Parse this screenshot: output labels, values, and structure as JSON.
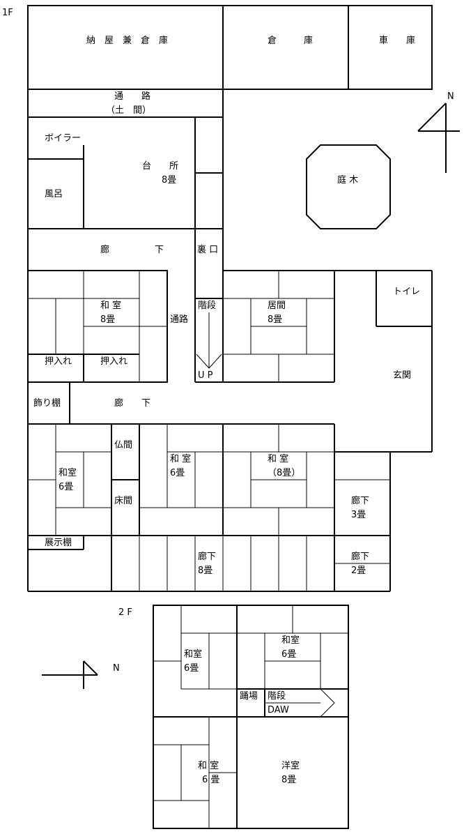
{
  "floors": {
    "f1": "1F",
    "f2": "2 F"
  },
  "compass": {
    "north": "N"
  },
  "rooms_1f": {
    "storehouse_barn": "納　屋　兼　倉　庫",
    "storehouse": "倉　　　庫",
    "garage": "車　　庫",
    "passage_top": "通　　路",
    "passage_top_sub": "（土　間）",
    "boiler": "ボイラー",
    "kitchen": "台　　所",
    "kitchen_size": "8畳",
    "bath": "風呂",
    "garden_tree": "庭 木",
    "corridor_a": "廊　　　　　下",
    "back_door": "裏 口",
    "washitsu_a": "和 室",
    "washitsu_a_size": "8畳",
    "passage_mid": "通路",
    "stairs": "階段",
    "living": "居間",
    "living_size": "8畳",
    "toilet": "トイレ",
    "closet_a": "押入れ",
    "closet_b": "押入れ",
    "up": "U P",
    "entrance": "玄関",
    "decor_shelf": "飾り棚",
    "corridor_b": "廊　　下",
    "altar": "仏間",
    "tokonoma": "床間",
    "washitsu_b": "和室",
    "washitsu_b_size": "6畳",
    "washitsu_c": "和 室",
    "washitsu_c_size": "6畳",
    "washitsu_d": "和 室",
    "washitsu_d_size": "（8畳）",
    "corridor_c": "廊下",
    "corridor_c_size": "3畳",
    "display_shelf": "展示棚",
    "corridor_d": "廊下",
    "corridor_d_size": "8畳",
    "corridor_e": "廊下",
    "corridor_e_size": "2畳"
  },
  "rooms_2f": {
    "washitsu_a": "和室",
    "washitsu_a_size": "6畳",
    "washitsu_b": "和室",
    "washitsu_b_size": "6畳",
    "landing": "踊場",
    "stairs": "階段",
    "down": "DAW",
    "washitsu_c": "和 室",
    "washitsu_c_size": "6 畳",
    "western": "洋室",
    "western_size": "8畳"
  }
}
